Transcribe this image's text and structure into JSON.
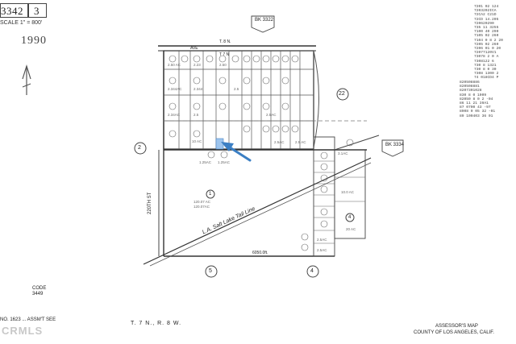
{
  "header": {
    "map_number": "3342",
    "sheet": "3",
    "scale": "SCALE 1\" = 800'",
    "year": "1990"
  },
  "map": {
    "book_top": "BK 3322",
    "book_right": "BK 3334",
    "township_label": "T. 8 N.",
    "township_inner": "T 7 N",
    "ave_label": "AVE",
    "street_label": "220TH ST",
    "section_numbers": [
      "2",
      "22",
      "5",
      "4",
      "1",
      "4"
    ],
    "railroad_label": "L.A. Salt Lake Tail Line",
    "bottom_dimension": "6050.0ft.",
    "right_revision_list": [
      "7201 02 124",
      "7203202ICA",
      "72CA2 C21D",
      "72CD 14.205",
      "720620290",
      "735 11 3255",
      "7100 40 290",
      "7105 02 260",
      "7104 0 8 2 20",
      "7205 02 260",
      "7206 01 0 20",
      "72077120V1",
      "73078 2 0 A",
      "7308122 6",
      "730 8 1321",
      "730 8 0 30",
      "7308 1300 2",
      "74 018CD4 P"
    ],
    "right_revision_list_b": [
      "820508886",
      "820508881",
      "8207301028",
      "830 8 0 1009",
      "82050 8 0 2 -04",
      "86 11 21 39A1",
      "87 0700 43 -97",
      "8908 0 05 32 -01",
      "89 100403 36 01"
    ]
  },
  "footer": {
    "code_label": "CODE",
    "code_value": "3449",
    "bottom_left": "NO. 1623 ... ASSM'T SEE",
    "township_range": "T. 7 N., R. 8 W.",
    "assessor_title": "ASSESSOR'S MAP",
    "county": "COUNTY OF LOS ANGELES, CALIF.",
    "watermark": "CRMLS"
  },
  "colors": {
    "arrow": "#3b7fc4",
    "highlight": "#9ec5ee",
    "ink": "#333333"
  }
}
